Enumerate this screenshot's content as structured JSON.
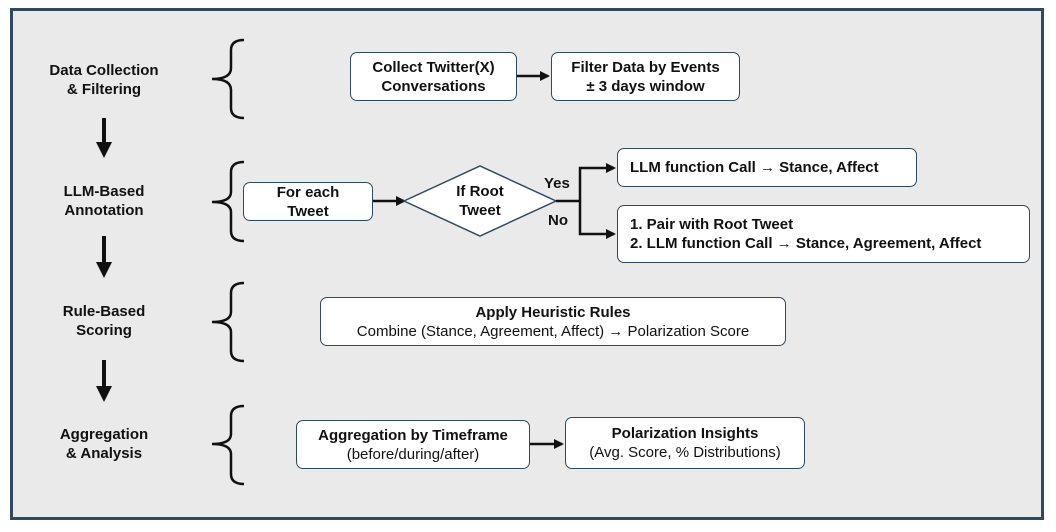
{
  "stages": [
    {
      "line1": "Data Collection",
      "line2": "& Filtering"
    },
    {
      "line1": "LLM-Based",
      "line2": "Annotation"
    },
    {
      "line1": "Rule-Based",
      "line2": "Scoring"
    },
    {
      "line1": "Aggregation",
      "line2": "& Analysis"
    }
  ],
  "collection": {
    "collect": {
      "line1": "Collect Twitter(X)",
      "line2": "Conversations"
    },
    "filter": {
      "line1": "Filter Data by Events",
      "line2": "± 3 days window"
    }
  },
  "annotation": {
    "for_each": {
      "line1": "For each",
      "line2": "Tweet"
    },
    "decision": {
      "line1": "If Root",
      "line2": "Tweet"
    },
    "yes_label": "Yes",
    "no_label": "No",
    "root_call": "LLM function Call → Stance, Affect",
    "reply_step1": "1. Pair with Root Tweet",
    "reply_step2": "2. LLM function Call → Stance, Agreement, Affect"
  },
  "scoring": {
    "title": "Apply Heuristic Rules",
    "detail": "Combine (Stance, Agreement, Affect) → Polarization Score"
  },
  "aggregation": {
    "timeframe": {
      "title": "Aggregation by Timeframe",
      "detail": "(before/during/after)"
    },
    "insights": {
      "title": "Polarization Insights",
      "detail": "(Avg. Score, % Distributions)"
    }
  }
}
